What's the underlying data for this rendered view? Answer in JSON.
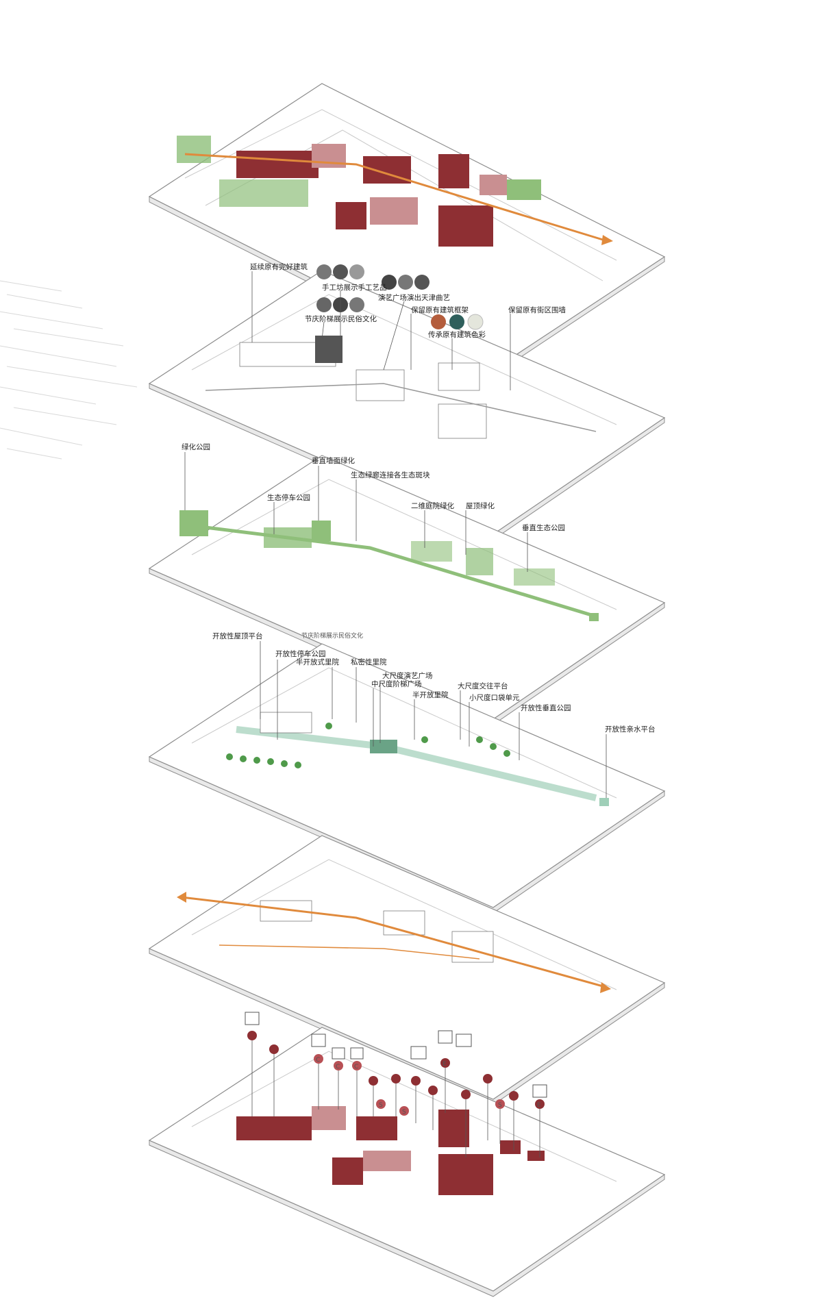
{
  "layer2": {
    "labels": {
      "extend_buildings": "延续原有完好建筑",
      "workshop": "手工坊展示手工艺品",
      "performance_plaza": "演艺广场演出天津曲艺",
      "festival_steps": "节庆阶梯展示民俗文化",
      "keep_frame": "保留原有建筑框架",
      "keep_walls": "保留原有街区围墙",
      "inherit_colors": "传承原有建筑色彩"
    },
    "swatches": [
      "#b45d3c",
      "#2f5f5c",
      "#e4e6dc"
    ]
  },
  "layer3": {
    "labels": {
      "green_park": "绿化公园",
      "vertical_wall_green": "垂直墙面绿化",
      "eco_corridor": "生态绿廊连接各生态斑块",
      "eco_parking": "生态停车公园",
      "courtyard_green": "二维庭院绿化",
      "roof_green": "屋顶绿化",
      "vertical_eco_park": "垂直生态公园",
      "ghost_festival": "节庆阶梯展示民俗文化"
    }
  },
  "layer4": {
    "labels": {
      "open_roof": "开放性屋顶平台",
      "open_parking": "开放性停车公园",
      "semi_open_courtyard": "半开放式里院",
      "private_courtyard": "私密性里院",
      "large_plaza": "大尺度演艺广场",
      "medium_steps": "中尺度阶梯广场",
      "semi_open_lane": "半开放里院",
      "large_platform": "大尺度交往平台",
      "small_pocket": "小尺度口袋单元",
      "open_vertical_park": "开放性垂直公园",
      "open_water": "开放性亲水平台"
    }
  },
  "layer6": {
    "markers": [
      "C",
      "C",
      "C",
      "S",
      "S",
      "E",
      "S",
      "E"
    ]
  },
  "colors": {
    "accent_red": "#8e2f33",
    "light_red": "#c98f91",
    "green": "#8fbf7a",
    "teal": "#9fcfb8",
    "orange": "#e08a3c"
  }
}
